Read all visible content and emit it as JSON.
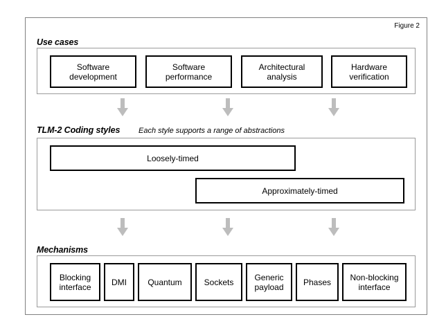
{
  "figure": {
    "label": "Figure 2",
    "arrow_color": "#bdbdbd",
    "box_border_color": "#000000",
    "group_border_color": "#9a9a9a"
  },
  "sections": {
    "use_cases": {
      "heading": "Use cases",
      "boxes": [
        {
          "label": "Software\ndevelopment"
        },
        {
          "label": "Software\nperformance"
        },
        {
          "label": "Architectural\nanalysis"
        },
        {
          "label": "Hardware\nverification"
        }
      ]
    },
    "coding_styles": {
      "heading": "TLM-2 Coding styles",
      "note": "Each style supports a range of abstractions",
      "boxes": [
        {
          "label": "Loosely-timed"
        },
        {
          "label": "Approximately-timed"
        }
      ]
    },
    "mechanisms": {
      "heading": "Mechanisms",
      "boxes": [
        {
          "label": "Blocking\ninterface"
        },
        {
          "label": "DMI"
        },
        {
          "label": "Quantum"
        },
        {
          "label": "Sockets"
        },
        {
          "label": "Generic\npayload"
        },
        {
          "label": "Phases"
        },
        {
          "label": "Non-blocking\ninterface"
        }
      ]
    }
  },
  "arrows": {
    "upper": [
      {
        "name": "arrow-usecases-to-styles-1"
      },
      {
        "name": "arrow-usecases-to-styles-2"
      },
      {
        "name": "arrow-usecases-to-styles-3"
      }
    ],
    "lower": [
      {
        "name": "arrow-styles-to-mechanisms-1"
      },
      {
        "name": "arrow-styles-to-mechanisms-2"
      },
      {
        "name": "arrow-styles-to-mechanisms-3"
      }
    ]
  }
}
